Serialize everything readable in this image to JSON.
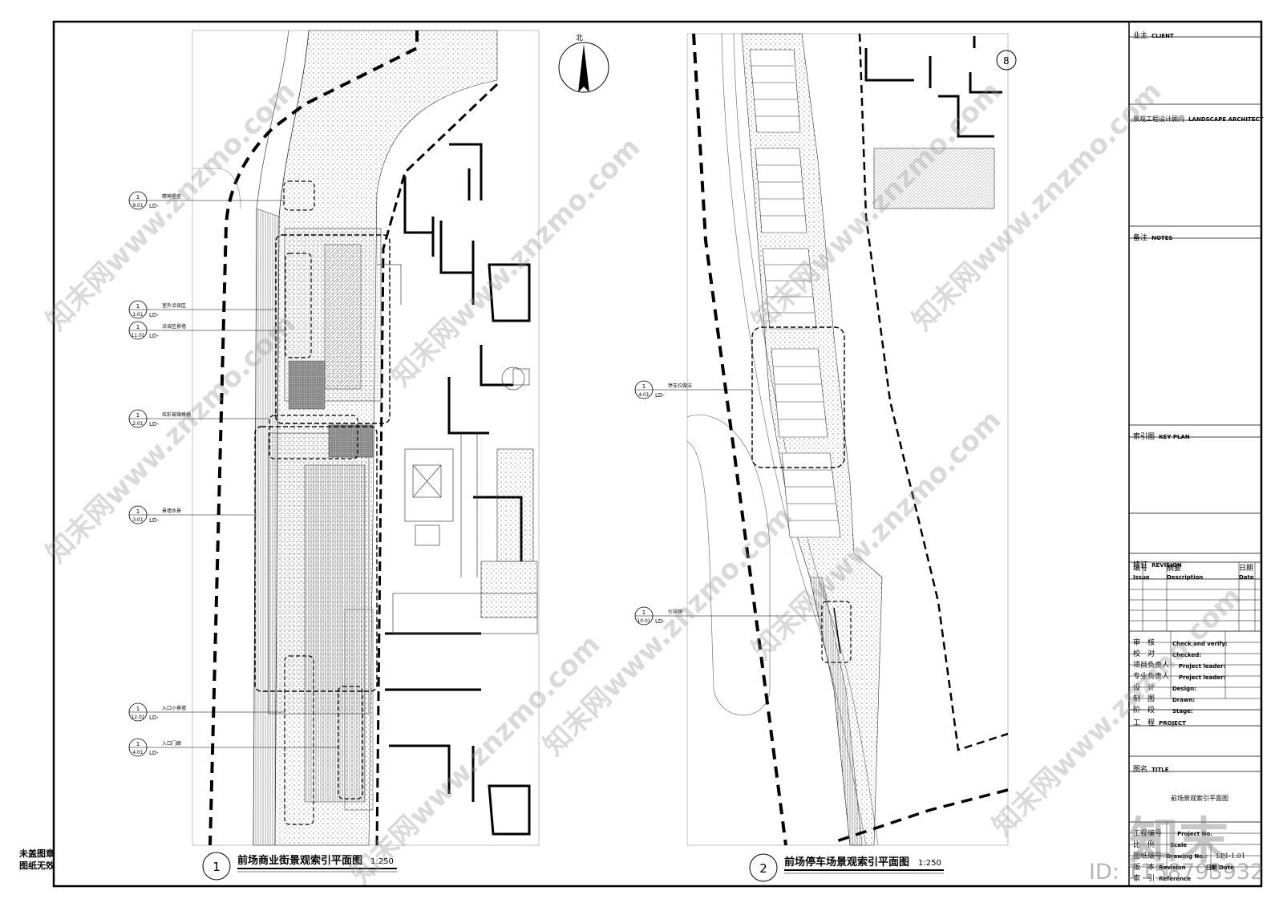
{
  "plan_left": {
    "number": "1",
    "title": "前场商业街景观索引平面图",
    "scale": "1:250",
    "callouts": [
      {
        "id": "1",
        "ref": "9.01",
        "sheet": "LD-",
        "label": "精神堡垒"
      },
      {
        "id": "1",
        "ref": "1.01",
        "sheet": "LD-",
        "label": "室外洽谈区"
      },
      {
        "id": "1",
        "ref": "11.01",
        "sheet": "LD-",
        "label": "洽谈区景墙"
      },
      {
        "id": "1",
        "ref": "2.01",
        "sheet": "LD-",
        "label": "炫彩玻璃格栅"
      },
      {
        "id": "1",
        "ref": "3.01",
        "sheet": "LD-",
        "label": "景墙水景"
      },
      {
        "id": "1",
        "ref": "12.01",
        "sheet": "LD-",
        "label": "入口小景墙"
      },
      {
        "id": "1",
        "ref": "4.01",
        "sheet": "LD-",
        "label": "入口门廊"
      }
    ]
  },
  "plan_right": {
    "number": "2",
    "title": "前场停车场景观索引平面图",
    "scale": "1:250",
    "callouts": [
      {
        "id": "1",
        "ref": "4.01",
        "sheet": "LD-",
        "label": "停车位做法"
      },
      {
        "id": "1",
        "ref": "10.01",
        "sheet": "LD-",
        "label": "引导牌"
      }
    ],
    "building_tag": "8"
  },
  "north_label": "北",
  "stamp": [
    "未盖图章",
    "图纸无效"
  ],
  "title_block": {
    "client": {
      "cn": "业主",
      "en": "CLIENT"
    },
    "architect": {
      "cn": "景观工程设计顾问",
      "en": "LANDSCAPE ARCHITECT"
    },
    "notes": {
      "cn": "备注",
      "en": "NOTES"
    },
    "key_plan": {
      "cn": "索引图",
      "en": "KEY PLAN"
    },
    "revision": {
      "cn": "修订",
      "en": "REVISION"
    },
    "rev_cols": [
      {
        "cn": "编号",
        "en": "Issue"
      },
      {
        "cn": "摘要",
        "en": "Description"
      },
      {
        "cn": "日期",
        "en": "Date"
      }
    ],
    "sign_rows": [
      {
        "cn": "审　核",
        "en": "Check and verify:"
      },
      {
        "cn": "校　对",
        "en": "Checked:"
      },
      {
        "cn": "项目负责人",
        "en": "Project leader:"
      },
      {
        "cn": "专业负责人",
        "en": "Project leader:"
      },
      {
        "cn": "设　计",
        "en": "Design:"
      },
      {
        "cn": "制　图",
        "en": "Drawn:"
      },
      {
        "cn": "阶　段",
        "en": "Stage:"
      }
    ],
    "project": {
      "cn": "工　程",
      "en": "PROJECT"
    },
    "title": {
      "cn": "图名",
      "en": "TITLE"
    },
    "drawing_title": "前场景观索引平面图",
    "bottom_rows": [
      {
        "cn": "工程编号",
        "en": "Project No.",
        "value": ""
      },
      {
        "cn": "比　例",
        "en": "Scale",
        "value": ""
      },
      {
        "cn": "图纸编号",
        "en": "Drawing No.:",
        "value": "LP1-1.01"
      },
      {
        "cn": "版　本",
        "en": "Revision",
        "value": ""
      },
      {
        "cn": "索　引",
        "en": "Reference",
        "value": ""
      }
    ],
    "date_label": "日期 Date"
  },
  "watermark": {
    "text": "知末网www.znzmo.com",
    "logo": "知末",
    "id": "ID: 1158793932"
  }
}
